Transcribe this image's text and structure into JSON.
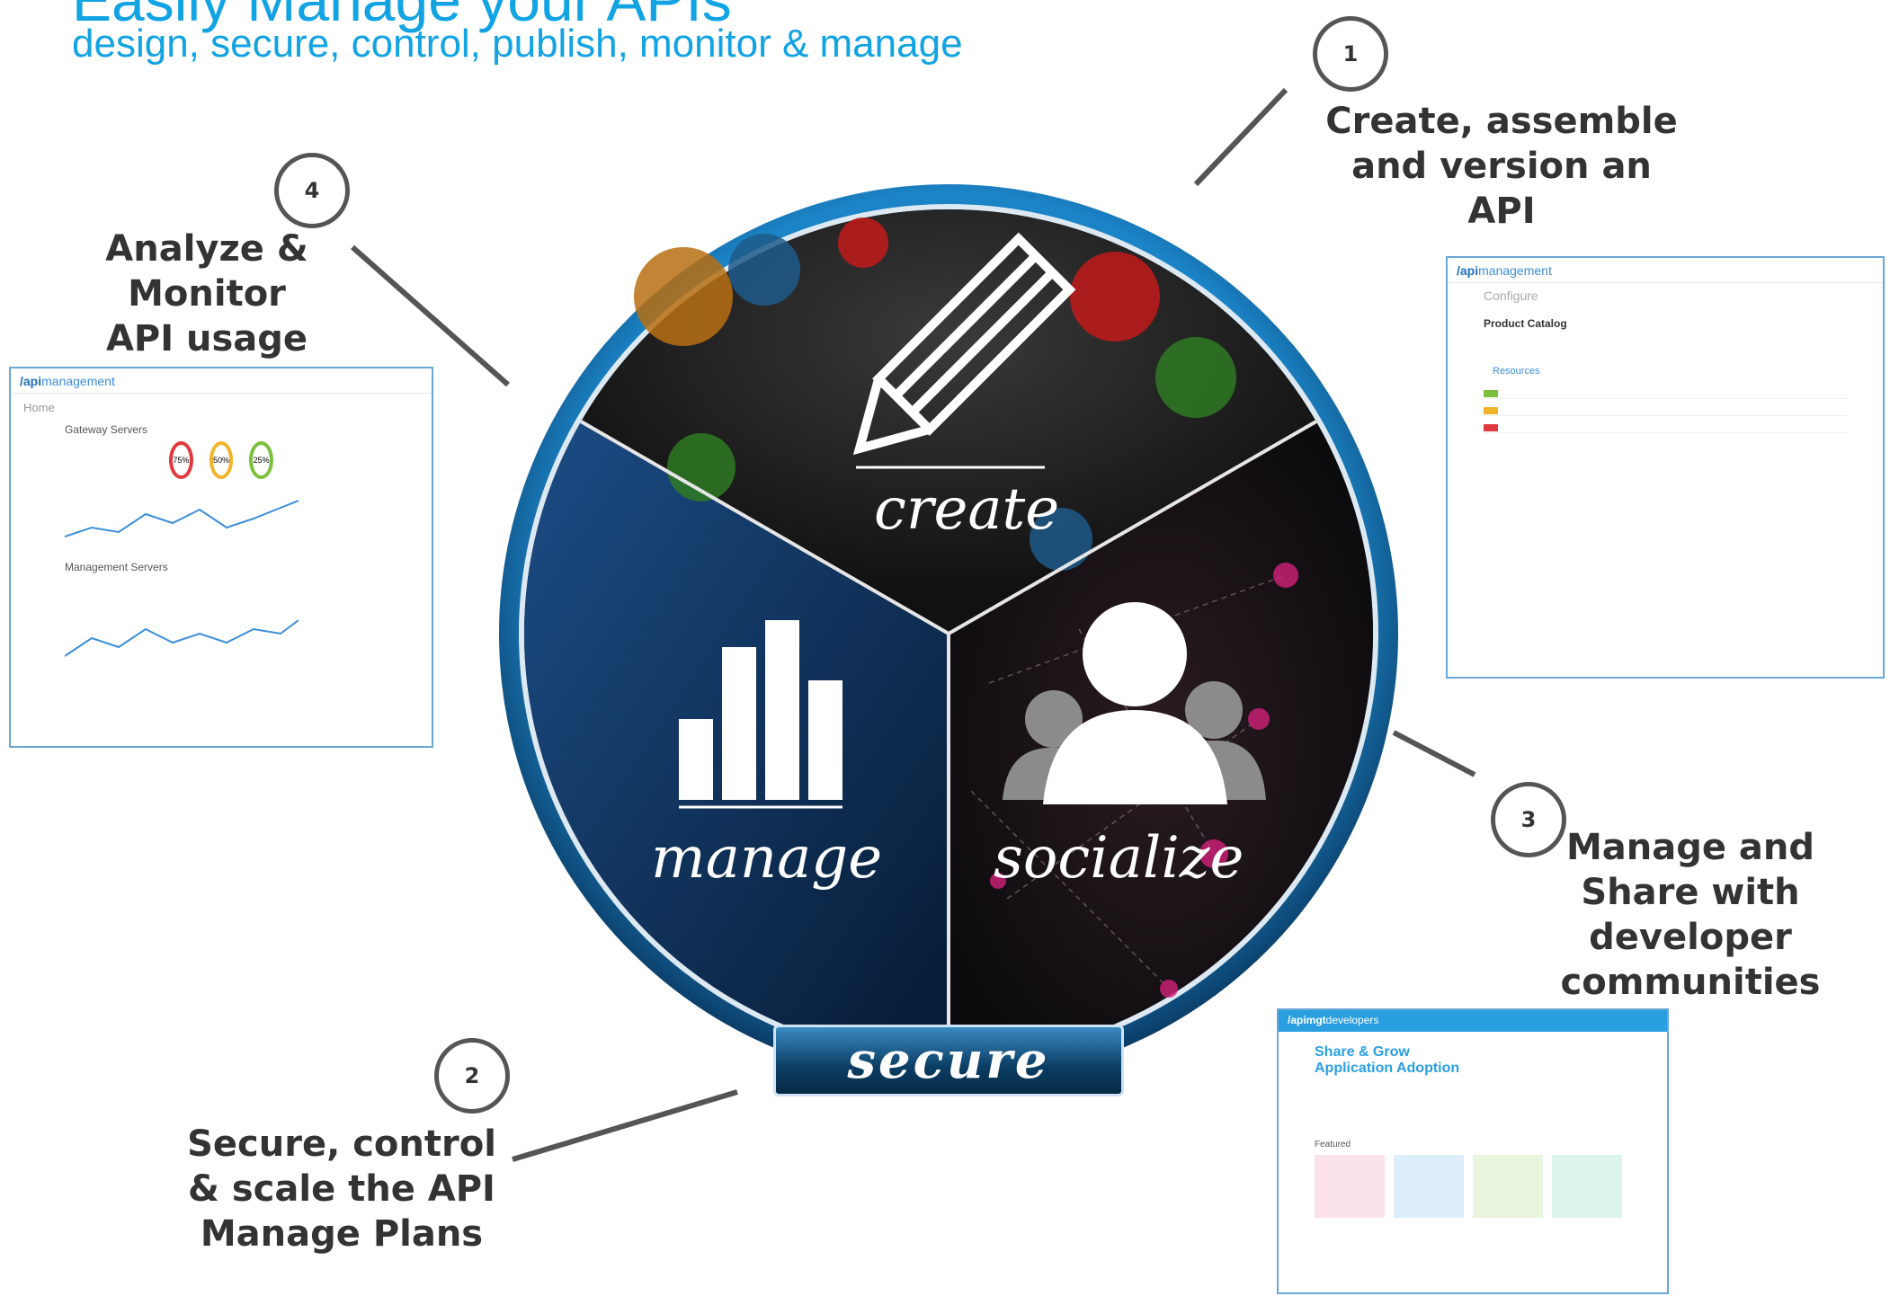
{
  "header": {
    "title": "Easily Manage your APIs",
    "subtitle": "design, secure, control, publish, monitor & manage"
  },
  "wheel": {
    "segments": [
      "create",
      "manage",
      "socialize"
    ],
    "center_badge": "secure"
  },
  "callouts": [
    {
      "number": "1",
      "text_lines": [
        "Create, assemble",
        "and version an API"
      ]
    },
    {
      "number": "2",
      "text_lines": [
        "Secure, control",
        "& scale the API",
        "Manage Plans"
      ]
    },
    {
      "number": "3",
      "text_lines": [
        "Manage and",
        "Share with",
        "developer",
        "communities"
      ]
    },
    {
      "number": "4",
      "text_lines": [
        "Analyze &",
        "Monitor",
        "API usage"
      ]
    }
  ],
  "screenshots": {
    "analytics": {
      "brand": "/api",
      "brand_rest": "management",
      "page": "Home",
      "section1": "Gateway Servers",
      "section2": "Management Servers",
      "gauges": [
        "75%",
        "50%",
        "25%"
      ]
    },
    "catalog": {
      "brand": "/api",
      "brand_rest": "management",
      "page": "Configure",
      "item": "Product Catalog",
      "section": "Resources"
    },
    "portal": {
      "brand": "/apimgt",
      "brand_rest": "developers",
      "headline1": "Share & Grow",
      "headline2": "Application Adoption",
      "featured": "Featured"
    }
  },
  "colors": {
    "accent": "#12a3e3",
    "ring": "#0f6fae",
    "ring_dark": "#0a3a63"
  }
}
